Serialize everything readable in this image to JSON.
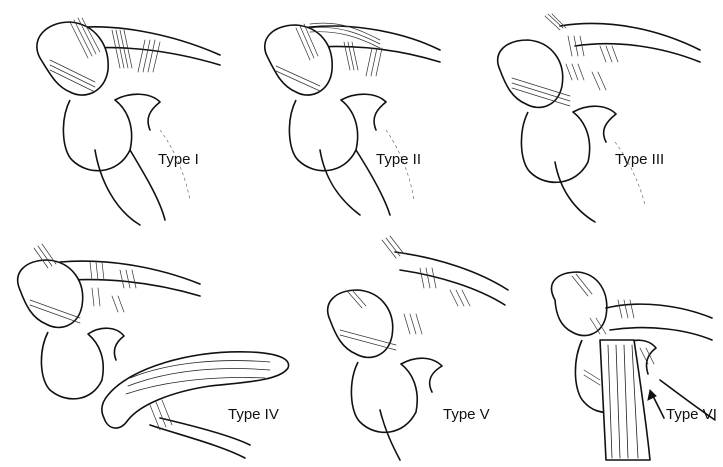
{
  "figure": {
    "panels": [
      {
        "id": "type-1",
        "label": "Type I"
      },
      {
        "id": "type-2",
        "label": "Type II"
      },
      {
        "id": "type-3",
        "label": "Type III"
      },
      {
        "id": "type-4",
        "label": "Type IV"
      },
      {
        "id": "type-5",
        "label": "Type V"
      },
      {
        "id": "type-6",
        "label": "Type VI"
      }
    ]
  }
}
